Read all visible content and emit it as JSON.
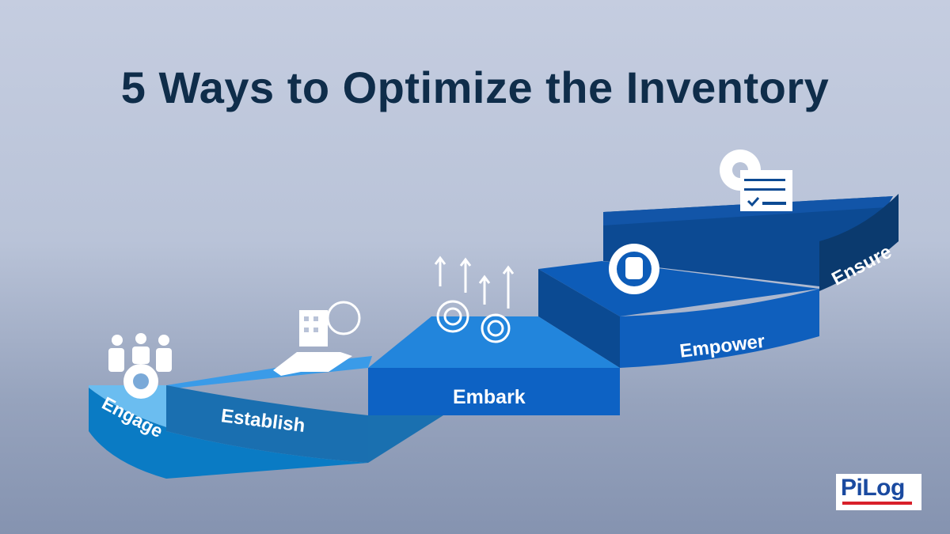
{
  "title": "5 Ways to Optimize the Inventory",
  "steps": [
    {
      "label": "Engage",
      "icon": "team-gear-icon"
    },
    {
      "label": "Establish",
      "icon": "hand-building-globe-icon"
    },
    {
      "label": "Embark",
      "icon": "gears-arrows-up-icon"
    },
    {
      "label": "Empower",
      "icon": "fist-gear-icon"
    },
    {
      "label": "Ensure",
      "icon": "gear-checklist-icon"
    }
  ],
  "logo": {
    "text": "PiLog"
  },
  "colors": {
    "title": "#0f2d4a",
    "logo_blue": "#1a4aa0",
    "logo_red": "#d8202a"
  }
}
